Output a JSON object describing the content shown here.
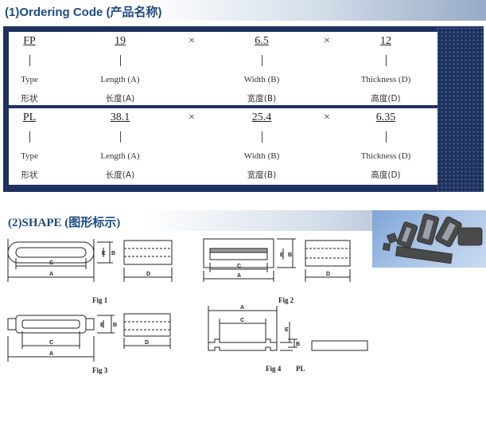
{
  "section1": {
    "title": "(1)Ordering Code (产品名称)"
  },
  "section2": {
    "title": "(2)SHAPE (图形标示)"
  },
  "rows": [
    {
      "type_code": "FP",
      "length": "19",
      "width": "6.5",
      "thickness": "12",
      "sep1": "×",
      "sep2": "×",
      "labels_en": {
        "type": "Type",
        "length": "Length (A)",
        "width": "Width (B)",
        "thickness": "Thickness (D)"
      },
      "labels_cn": {
        "type": "形状",
        "length": "长度(A)",
        "width": "宽度(B)",
        "thickness": "高度(D)"
      }
    },
    {
      "type_code": "PL",
      "length": "38.1",
      "width": "25.4",
      "thickness": "6.35",
      "sep1": "×",
      "sep2": "×",
      "labels_en": {
        "type": "Type",
        "length": "Length (A)",
        "width": "Width (B)",
        "thickness": "Thickness (D)"
      },
      "labels_cn": {
        "type": "形状",
        "length": "长度(A)",
        "width": "宽度(B)",
        "thickness": "高度(D)"
      }
    }
  ],
  "figures": {
    "fig1": {
      "caption": "Fig 1",
      "dims": {
        "a": "A",
        "b": "B",
        "c": "C",
        "d": "D",
        "e": "E"
      }
    },
    "fig2": {
      "caption": "Fig 2",
      "dims": {
        "a": "A",
        "b": "B",
        "c": "C",
        "d": "D",
        "e": "E"
      }
    },
    "fig3": {
      "caption": "Fig 3",
      "dims": {
        "a": "A",
        "b": "B",
        "c": "C",
        "d": "D",
        "e": "E"
      }
    },
    "fig4": {
      "caption": "Fig 4",
      "type": "PL",
      "dims": {
        "a": "A",
        "b": "B",
        "c": "C",
        "e": "E"
      }
    }
  },
  "colors": {
    "header_text": "#1b4a86",
    "frame": "#1e3260"
  }
}
